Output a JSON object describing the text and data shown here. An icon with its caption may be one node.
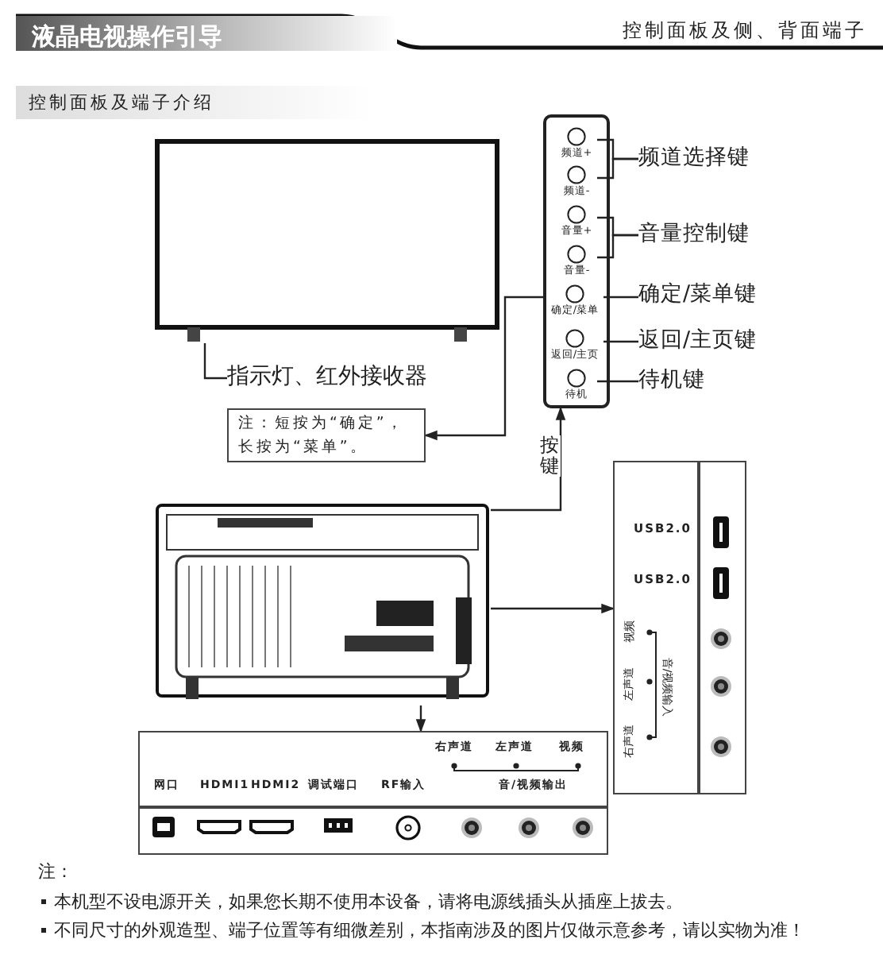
{
  "diagram": {
    "title": "液晶电视操作引导",
    "nodes": [
      {
        "text": [],
        "shape": "box"
      },
      {
        "text": [
          "指示灯、红外接收器"
        ]
      },
      {
        "text": [
          "注：短按为“确定”，长按为“菜单”。"
        ]
      },
      {
        "text": [],
        "shape": "box"
      },
      {
        "text": [
          "频道+"
        ],
        "in": 3
      },
      {
        "text": [
          "频道-"
        ],
        "in": 3
      },
      {
        "text": [
          "音量+"
        ],
        "in": 3
      },
      {
        "text": [
          "音量-"
        ],
        "in": 3
      },
      {
        "text": [
          "确定/菜单"
        ],
        "in": 3
      },
      {
        "text": [
          "返回/主页"
        ],
        "in": 3
      },
      {
        "text": [
          "待机"
        ],
        "in": 3
      },
      {
        "text": [
          "频道选择键"
        ]
      },
      {
        "text": [
          "音量控制键"
        ]
      },
      {
        "text": [
          "确定/菜单键"
        ]
      },
      {
        "text": [
          "返回/主页键"
        ]
      },
      {
        "text": [
          "待机键"
        ]
      },
      {
        "text": [],
        "shape": "picture"
      },
      {
        "text": [
          "USB2.0",
          "USB2.0",
          "视频",
          "左声道",
          "右声道",
          "音/视频输入"
        ]
      },
      {
        "text": [
          "右声道",
          "左声道",
          "视频",
          "网口",
          "HDMI1",
          "HDMI2",
          "调试端口",
          "RF输入",
          "音/视频输出"
        ]
      }
    ],
    "edges": [
      {
        "from": 1,
        "to": 0,
        "arrow": "none"
      },
      {
        "from": 8,
        "to": 2,
        "arrow": "to"
      },
      {
        "from": 11,
        "to": 4,
        "arrow": "none"
      },
      {
        "from": 11,
        "to": 5,
        "arrow": "none"
      },
      {
        "from": 12,
        "to": 6,
        "arrow": "none"
      },
      {
        "from": 12,
        "to": 7,
        "arrow": "none"
      },
      {
        "from": 13,
        "to": 8,
        "arrow": "none"
      },
      {
        "from": 14,
        "to": 9,
        "arrow": "none"
      },
      {
        "from": 15,
        "to": 10,
        "arrow": "none"
      },
      {
        "from": 16,
        "to": 3,
        "label": "按键",
        "arrow": "to"
      },
      {
        "from": 16,
        "to": 17,
        "arrow": "to"
      },
      {
        "from": 16,
        "to": 18,
        "arrow": "to"
      }
    ],
    "labels": [
      "控制面板及侧、背面端子",
      "控制面板及端子介绍",
      "注：",
      "本机型不设电源开关，如果您长期不使用本设备，请将电源线插头从插座上拔去。",
      "不同尺寸的外观造型、端子位置等有细微差别，本指南涉及的图片仅做示意参考，请以实物为准！"
    ]
  }
}
